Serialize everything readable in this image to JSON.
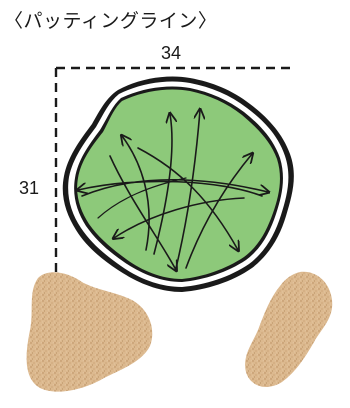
{
  "diagram": {
    "title": "〈パッティングライン〉",
    "dimension_top": "34",
    "dimension_left": "31",
    "colors": {
      "green_fill": "#8dc97a",
      "green_edge": "#1a1a1a",
      "arrow": "#1a1a1a",
      "sand": "#d8b48c",
      "guide_line": "#1a1a1a"
    },
    "elements": {
      "green": "putting-green",
      "bunkers": [
        "bunker-left",
        "bunker-right"
      ],
      "arrow_count": 10
    }
  }
}
